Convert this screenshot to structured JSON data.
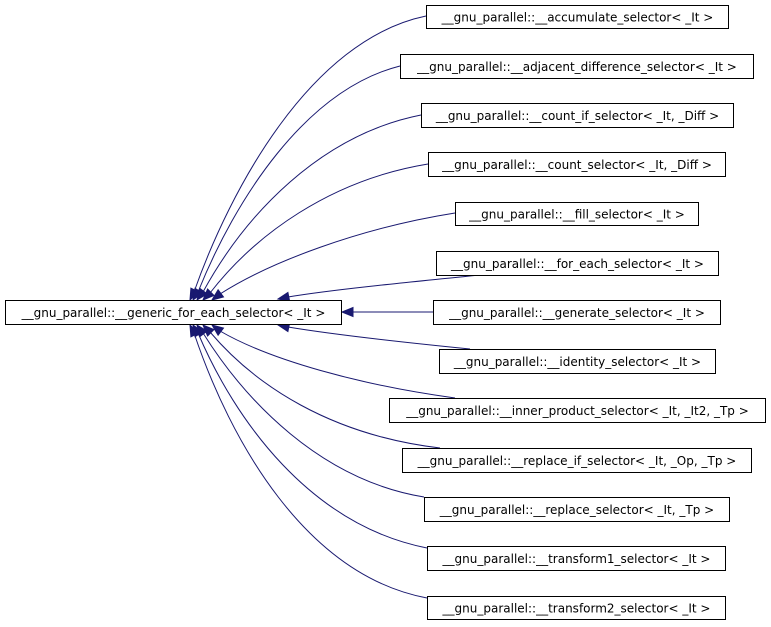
{
  "diagram": {
    "type": "inheritance-graph",
    "colors": {
      "edge": "#191970",
      "node_border": "#000000",
      "node_fill": "#ffffff",
      "text": "#000000"
    },
    "base": {
      "id": "generic",
      "label": "__gnu_parallel::__generic_for_each_selector< _It >"
    },
    "derived": [
      {
        "id": "accumulate",
        "label": "__gnu_parallel::__accumulate_selector< _It >"
      },
      {
        "id": "adjacent_difference",
        "label": "__gnu_parallel::__adjacent_difference_selector< _It >"
      },
      {
        "id": "count_if",
        "label": "__gnu_parallel::__count_if_selector< _It, _Diff >"
      },
      {
        "id": "count",
        "label": "__gnu_parallel::__count_selector< _It, _Diff >"
      },
      {
        "id": "fill",
        "label": "__gnu_parallel::__fill_selector< _It >"
      },
      {
        "id": "for_each",
        "label": "__gnu_parallel::__for_each_selector< _It >"
      },
      {
        "id": "generate",
        "label": "__gnu_parallel::__generate_selector< _It >"
      },
      {
        "id": "identity",
        "label": "__gnu_parallel::__identity_selector< _It >"
      },
      {
        "id": "inner_product",
        "label": "__gnu_parallel::__inner_product_selector< _It, _It2, _Tp >"
      },
      {
        "id": "replace_if",
        "label": "__gnu_parallel::__replace_if_selector< _It, _Op, _Tp >"
      },
      {
        "id": "replace",
        "label": "__gnu_parallel::__replace_selector< _It, _Tp >"
      },
      {
        "id": "transform1",
        "label": "__gnu_parallel::__transform1_selector< _It >"
      },
      {
        "id": "transform2",
        "label": "__gnu_parallel::__transform2_selector< _It >"
      }
    ]
  }
}
